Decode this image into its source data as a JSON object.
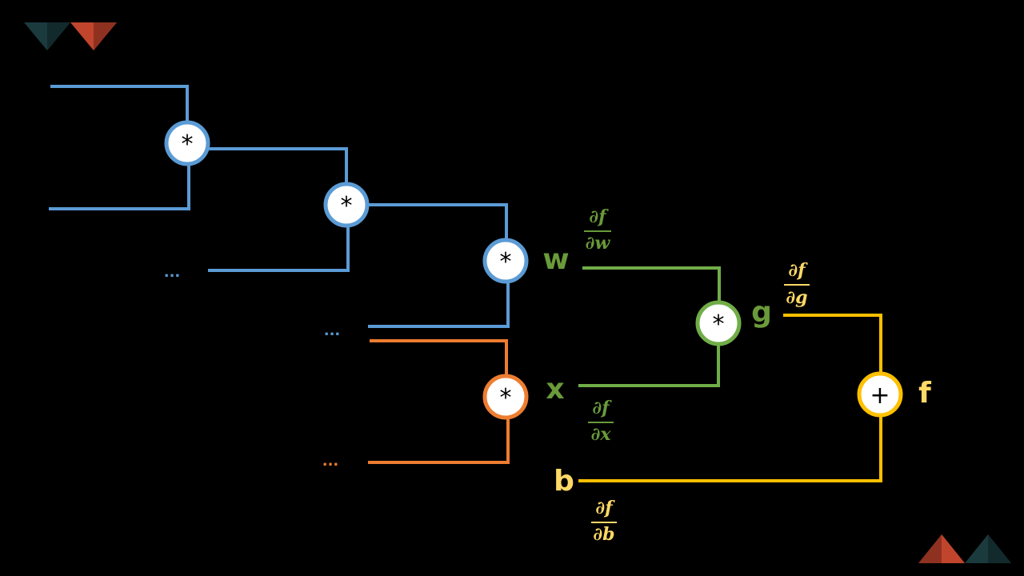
{
  "colors": {
    "background": "#000000",
    "blue": "#5b9bd5",
    "orange": "#ed7d31",
    "green": "#70ad47",
    "green_text": "#6a9a3a",
    "gold": "#ffc000",
    "gold_text": "#ffd966",
    "node_fill": "#ffffff",
    "corner_dark": "#1b3a3e",
    "corner_red": "#c0452c"
  },
  "nodes": {
    "mul1": "*",
    "mul2": "*",
    "mul3": "*",
    "mul4": "*",
    "mul5": "*",
    "add": "+"
  },
  "variables": {
    "w": "w",
    "x": "x",
    "b": "b",
    "g": "g",
    "f": "f"
  },
  "ellipses": {
    "blue_1": "...",
    "blue_2": "...",
    "orange_1": "..."
  },
  "gradients": {
    "df_dw": {
      "num": "∂f",
      "den": "∂w"
    },
    "df_dx": {
      "num": "∂f",
      "den": "∂x"
    },
    "df_dg": {
      "num": "∂f",
      "den": "∂g"
    },
    "df_db": {
      "num": "∂f",
      "den": "∂b"
    }
  }
}
